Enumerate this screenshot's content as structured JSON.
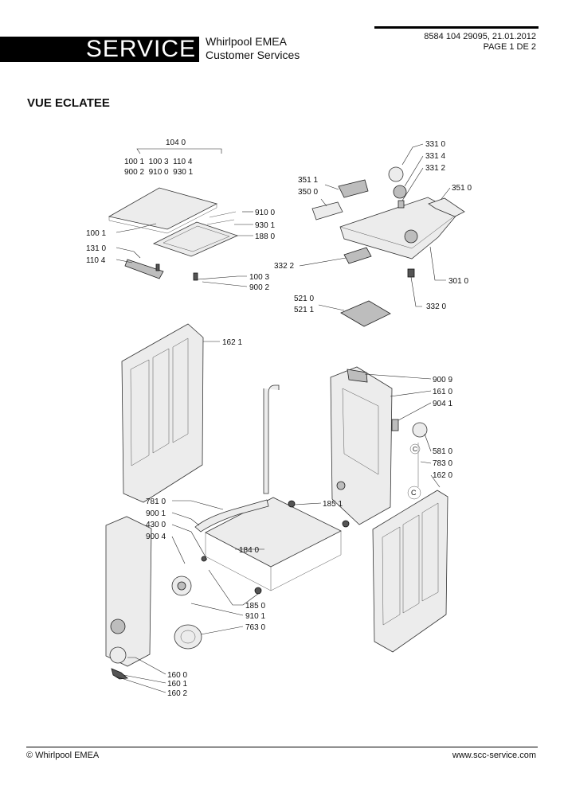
{
  "header": {
    "service_label": "SERVICE",
    "company_line1": "Whirlpool EMEA",
    "company_line2": "Customer Services",
    "doc_ref": "8584 104 29095, 21.01.2012",
    "page": "PAGE 1 DE 2"
  },
  "title": "VUE ECLATEE",
  "labels": {
    "l104_0": "104 0",
    "l_lid_row1": "100 1  100 3  110 4",
    "l_lid_row2": "900 2  910 0  930 1",
    "l910_0": "910 0",
    "l930_1": "930 1",
    "l188_0": "188 0",
    "l100_1": "100 1",
    "l131_0": "131 0",
    "l110_4": "110 4",
    "l100_3": "100 3",
    "l900_2": "900 2",
    "l351_1": "351 1",
    "l350_0": "350 0",
    "l331_0": "331 0",
    "l331_4": "331 4",
    "l331_2": "331 2",
    "l351_0": "351 0",
    "l332_2": "332 2",
    "l301_0": "301 0",
    "l332_0": "332 0",
    "l521_0": "521 0",
    "l521_1": "521 1",
    "l162_1": "162 1",
    "l900_9": "900 9",
    "l161_0": "161 0",
    "l904_1": "904 1",
    "l581_0": "581 0",
    "l783_0": "783 0",
    "l162_0": "162 0",
    "l781_0": "781 0",
    "l900_1": "900 1",
    "l430_0": "430 0",
    "l900_4": "900 4",
    "l185_1": "185 1",
    "l184_0": "184 0",
    "l185_0": "185 0",
    "l910_1": "910 1",
    "l763_0": "763 0",
    "l160_0": "160 0",
    "l160_1": "160 1",
    "l160_2": "160 2",
    "c_mark": "C"
  },
  "footer": {
    "left": "© Whirlpool EMEA",
    "right": "www.scc-service.com"
  }
}
